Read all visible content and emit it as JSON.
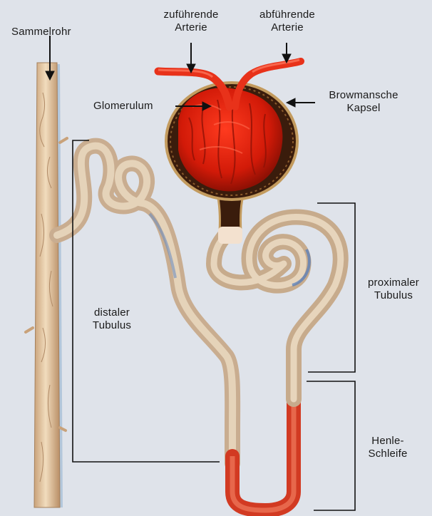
{
  "labels": {
    "sammelrohr": "Sammelrohr",
    "zufuehrende_1": "zuführende",
    "zufuehrende_2": "Arterie",
    "abfuehrende_1": "abführende",
    "abfuehrende_2": "Arterie",
    "glomerulum": "Glomerulum",
    "bowman_1": "Browmansche",
    "bowman_2": "Kapsel",
    "distaler_1": "distaler",
    "distaler_2": "Tubulus",
    "proximaler_1": "proximaler",
    "proximaler_2": "Tubulus",
    "henle_1": "Henle-",
    "henle_2": "Schleife"
  },
  "colors": {
    "background": "#dfe3ea",
    "artery_red": "#e8321a",
    "glomerulus_red": "#d8200c",
    "capsule_dark": "#3a1c0c",
    "tubule_beige": "#d9c4a6",
    "duct_tan": "#e3c9a2",
    "line_black": "#111111"
  }
}
